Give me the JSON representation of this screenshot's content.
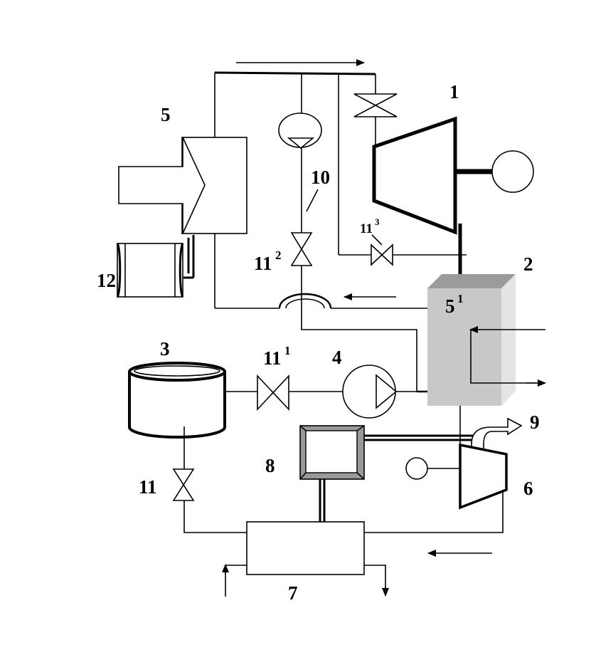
{
  "labels": {
    "turbine": "1",
    "generator_block": "2",
    "tank": "3",
    "pump": "4",
    "boiler": "5",
    "boiler_heater": "5",
    "boiler_heater_sup": "1",
    "compressor": "6",
    "cooler": "7",
    "heat_exchanger": "8",
    "exhaust": "9",
    "line": "10",
    "valve_bottom": "11",
    "valve_middle": "11",
    "valve_middle_sup": "1",
    "valve_upper": "11",
    "valve_upper_sup": "2",
    "valve_bypass": "11",
    "valve_bypass_sup": "3",
    "storage": "12"
  }
}
